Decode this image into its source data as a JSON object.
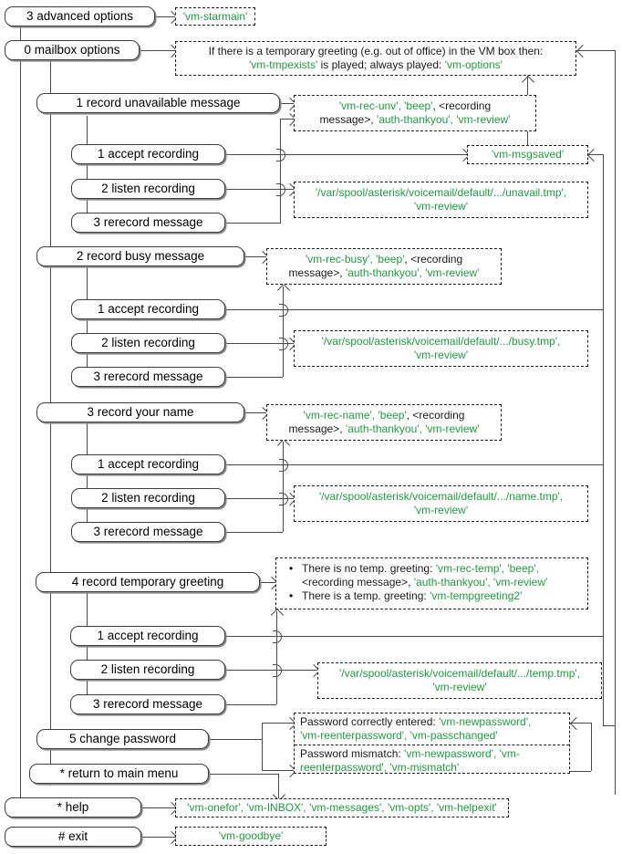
{
  "diagram": {
    "title": "Asterisk voicemail mailbox options flow",
    "accent_green": "#1b9e3e",
    "line_color": "#4a4a4a"
  },
  "nodes": {
    "advanced_options": "3 advanced options",
    "mailbox_options": "0 mailbox options",
    "record_unavailable": "1 record unavailable message",
    "unavail_accept": "1 accept recording",
    "unavail_listen": "2 listen recording",
    "unavail_rerecord": "3 rerecord message",
    "record_busy": "2 record busy message",
    "busy_accept": "1 accept recording",
    "busy_listen": "2 listen recording",
    "busy_rerecord": "3 rerecord message",
    "record_name": "3 record your name",
    "name_accept": "1 accept recording",
    "name_listen": "2 listen recording",
    "name_rerecord": "3 rerecord message",
    "record_temp": "4 record temporary greeting",
    "temp_accept": "1 accept recording",
    "temp_listen": "2 listen recording",
    "temp_rerecord": "3 rerecord message",
    "change_password": "5 change password",
    "return_main": "* return to main menu",
    "help": "* help",
    "exit": "# exit"
  },
  "annotations": {
    "starmain": {
      "g1": "'vm-starmain'"
    },
    "mailbox_options": {
      "l1a": "If there is a temporary greeting (e.g. out of office) in the VM box then:",
      "l2a": "'vm-tmpexists'",
      "l2b": " is played; always played: ",
      "l2c": "'vm-options'"
    },
    "rec_unv": {
      "l1a": "'vm-rec-unv', 'beep'",
      "l1b": ", <recording",
      "l2a": "message>, ",
      "l2b": "'auth-thankyou', 'vm-review'"
    },
    "msgsaved": {
      "g1": "'vm-msgsaved'"
    },
    "unavail_tmp": {
      "l1": "'/var/spool/asterisk/voicemail/default/.../unavail.tmp',",
      "l2": "'vm-review'"
    },
    "rec_busy": {
      "l1a": "'vm-rec-busy', 'beep'",
      "l1b": ", <recording",
      "l2a": "message>, ",
      "l2b": "'auth-thankyou', 'vm-review'"
    },
    "busy_tmp": {
      "l1": "'/var/spool/asterisk/voicemail/default/.../busy.tmp',",
      "l2": "'vm-review'"
    },
    "rec_name": {
      "l1a": "'vm-rec-name', 'beep'",
      "l1b": ", <recording",
      "l2a": "message>, ",
      "l2b": "'auth-thankyou', 'vm-review'"
    },
    "name_tmp": {
      "l1": "'/var/spool/asterisk/voicemail/default/.../name.tmp',",
      "l2": "'vm-review'"
    },
    "rec_temp": {
      "b1l1a": "There is no temp. greeting: ",
      "b1l1b": "'vm-rec-temp', 'beep',",
      "b1l2a": "<recording message>, ",
      "b1l2b": "'auth-thankyou', 'vm-review'",
      "b2a": "There is a temp. greeting: ",
      "b2b": "'vm-tempgreeting2'"
    },
    "temp_tmp": {
      "l1": "'/var/spool/asterisk/voicemail/default/.../temp.tmp',",
      "l2": "'vm-review'"
    },
    "password": {
      "ok_a": "Password correctly entered: ",
      "ok_b": "'vm-newpassword',",
      "ok_c": "'vm-reenterpassword', 'vm-passchanged'",
      "bad_a": "Password mismatch: ",
      "bad_b": "'vm-newpassword', 'vm-",
      "bad_c": "reenterpassword', 'vm-mismatch'"
    },
    "help": {
      "g1": "'vm-onefor', 'vm-INBOX', 'vm-messages', 'vm-opts', 'vm-helpexit'"
    },
    "exit": {
      "g1": "'vm-goodbye'"
    }
  }
}
